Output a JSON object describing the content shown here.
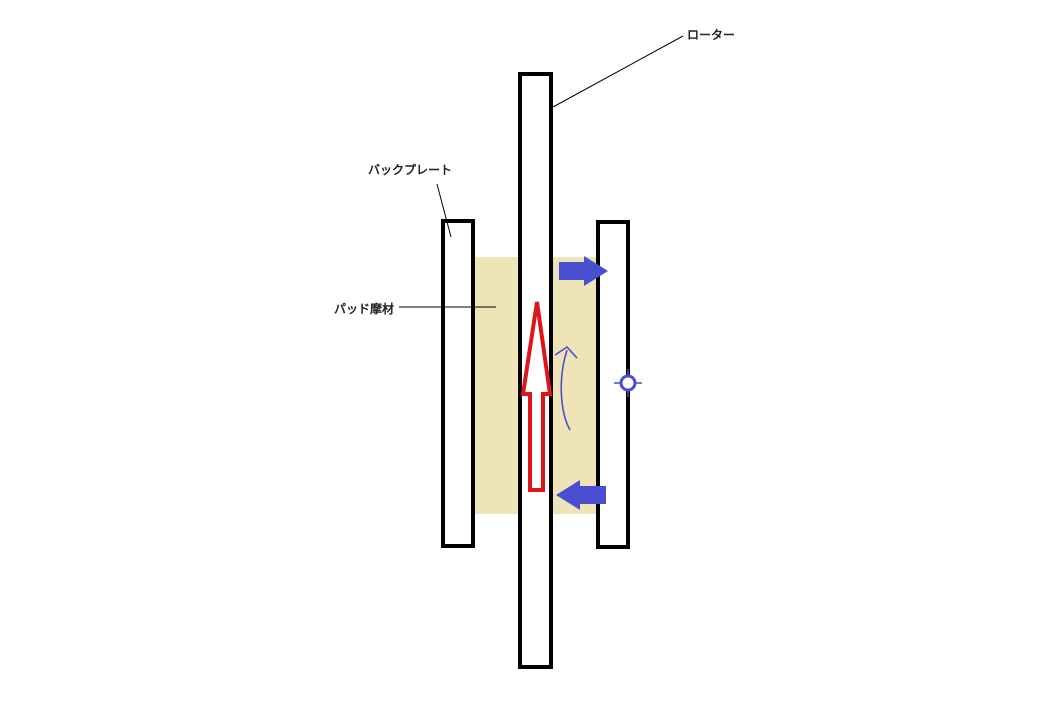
{
  "labels": {
    "rotor": "ローター",
    "back_plate": "バックプレート",
    "pad_material": "パッド摩材"
  },
  "colors": {
    "pad": "#efe3b8",
    "outline": "#000000",
    "red_arrow": "#e0151c",
    "blue": "#4a4fd0",
    "leader": "#000000"
  },
  "icons": {
    "force_arrows": "blue-arrow-icon",
    "rotation_arrow": "red-hollow-arrow-icon",
    "pivot": "crosshair-circle-icon"
  }
}
